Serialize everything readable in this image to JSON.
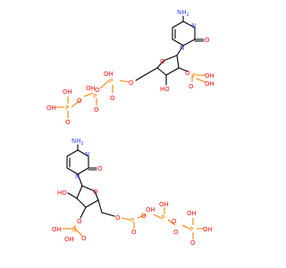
{
  "colors": {
    "carbon": "#000000",
    "oxygen": "#ff0d0d",
    "nitrogen": "#3050f8",
    "phosphorus": "#ff8000",
    "background": "#ffffff"
  },
  "molecule_top": {
    "amine": "NH",
    "amine_sub": "2",
    "ring_n1": "N",
    "ring_n3": "N",
    "carbonyl_o": "O",
    "ring_o": "O",
    "sugar_oh": "HO",
    "phosphate_2": {
      "o_link": "O",
      "p": "P",
      "oh1": "OH",
      "oh2": "OH",
      "o_dbl": "O"
    },
    "phosphate_5": {
      "o_link": "O",
      "p1": "P",
      "p1_oh": "OH",
      "p1_o": "O",
      "bridge1": "O",
      "p2": "P",
      "p2_oh": "OH",
      "p2_o": "O",
      "bridge2": "O",
      "p3": "P",
      "p3_oh1": "OH",
      "p3_oh2": "OH",
      "p3_o": "O"
    }
  },
  "molecule_bottom": {
    "amine": "NH",
    "amine_sub": "2",
    "ring_n1": "N",
    "ring_n3": "N",
    "carbonyl_o": "O",
    "ring_o": "O",
    "sugar_oh": "HO",
    "phosphate_3": {
      "o_link": "O",
      "p": "P",
      "oh1": "OH",
      "oh2": "OH",
      "o_dbl": "O"
    },
    "phosphate_5": {
      "o_link": "O",
      "p1": "P",
      "p1_oh": "OH",
      "p1_o": "O",
      "bridge1": "O",
      "p2": "P",
      "p2_oh": "OH",
      "p2_o": "O",
      "bridge2": "O",
      "p3": "P",
      "p3_oh1": "OH",
      "p3_oh2": "OH",
      "p3_o": "O"
    }
  }
}
